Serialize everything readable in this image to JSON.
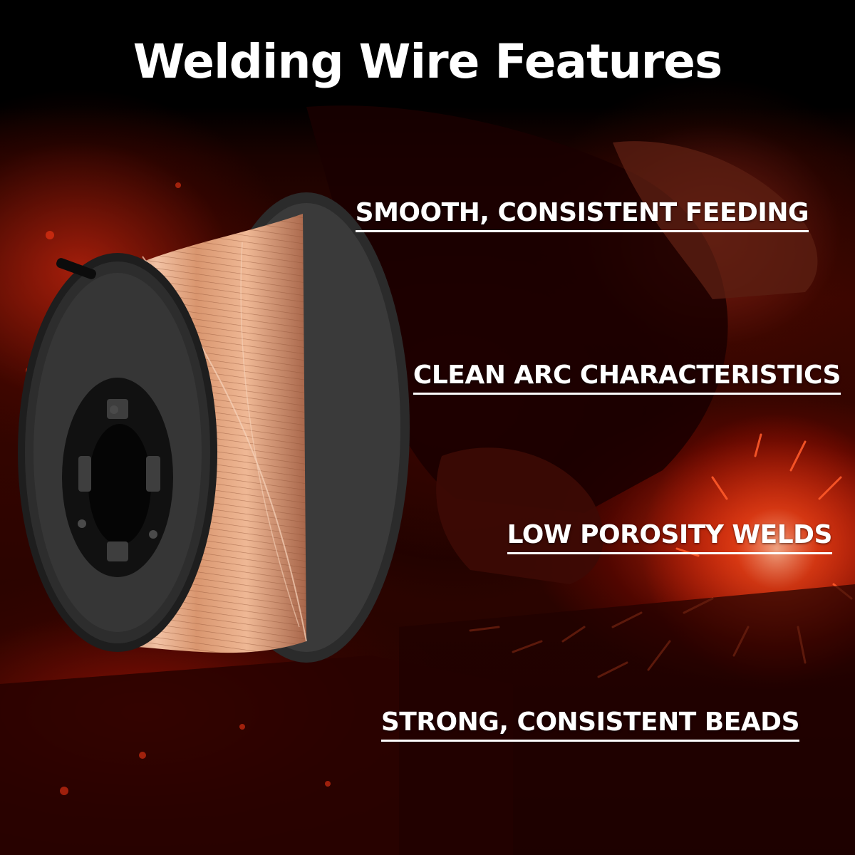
{
  "title": "Welding Wire Features",
  "features": [
    "SMOOTH, CONSISTENT FEEDING",
    "CLEAN ARC CHARACTERISTICS",
    "LOW POROSITY WELDS",
    "STRONG, CONSISTENT BEADS"
  ],
  "colors": {
    "background": "#000000",
    "accent_red": "#e0200a",
    "copper": "#d99a76",
    "spool": "#2a2a2a",
    "text": "#ffffff"
  }
}
